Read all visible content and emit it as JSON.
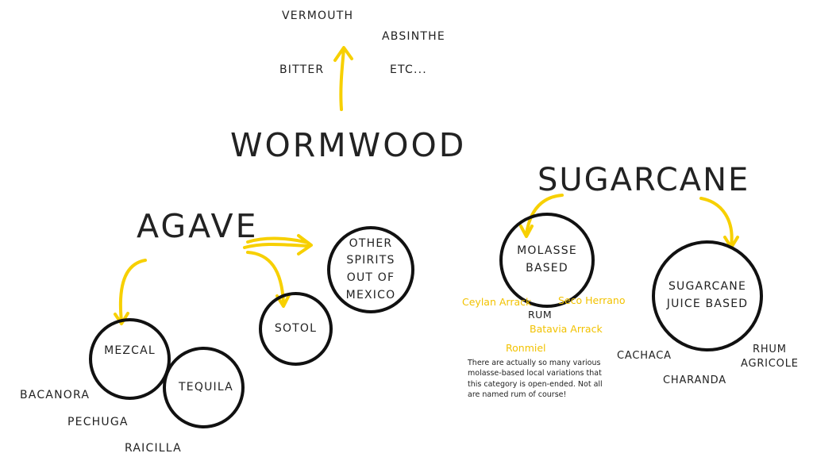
{
  "colors": {
    "accent": "#f7d000",
    "text": "#222222",
    "circle": "#111111",
    "background": "#ffffff"
  },
  "wormwood": {
    "title": "WORMWOOD",
    "items": [
      "VERMOUTH",
      "ABSINTHE",
      "BITTER",
      "ETC..."
    ]
  },
  "agave": {
    "title": "AGAVE",
    "circles": {
      "mezcal": "MEZCAL",
      "tequila": "TEQUILA",
      "sotol": "SOTOL",
      "other": "OTHER\nSPIRITS\nOUT OF\nMEXICO"
    },
    "items": [
      "BACANORA",
      "PECHUGA",
      "RAICILLA"
    ]
  },
  "sugarcane": {
    "title": "SUGARCANE",
    "circles": {
      "molasse": "MOLASSE\nBASED",
      "juice": "SUGARCANE\nJUICE BASED"
    },
    "molasse_items": {
      "ceylan": "Ceylan Arrack",
      "seco": "Seco Herrano",
      "rum": "RUM",
      "batavia": "Batavia Arrack",
      "ronmiel": "Ronmiel"
    },
    "note": "There are actually so many various molasse-based local variations that this category is open-ended.  Not all are named rum of course!",
    "juice_items": {
      "cachaca": "CACHACA",
      "rhum": "RHUM\nAGRICOLE",
      "charanda": "CHARANDA"
    }
  }
}
